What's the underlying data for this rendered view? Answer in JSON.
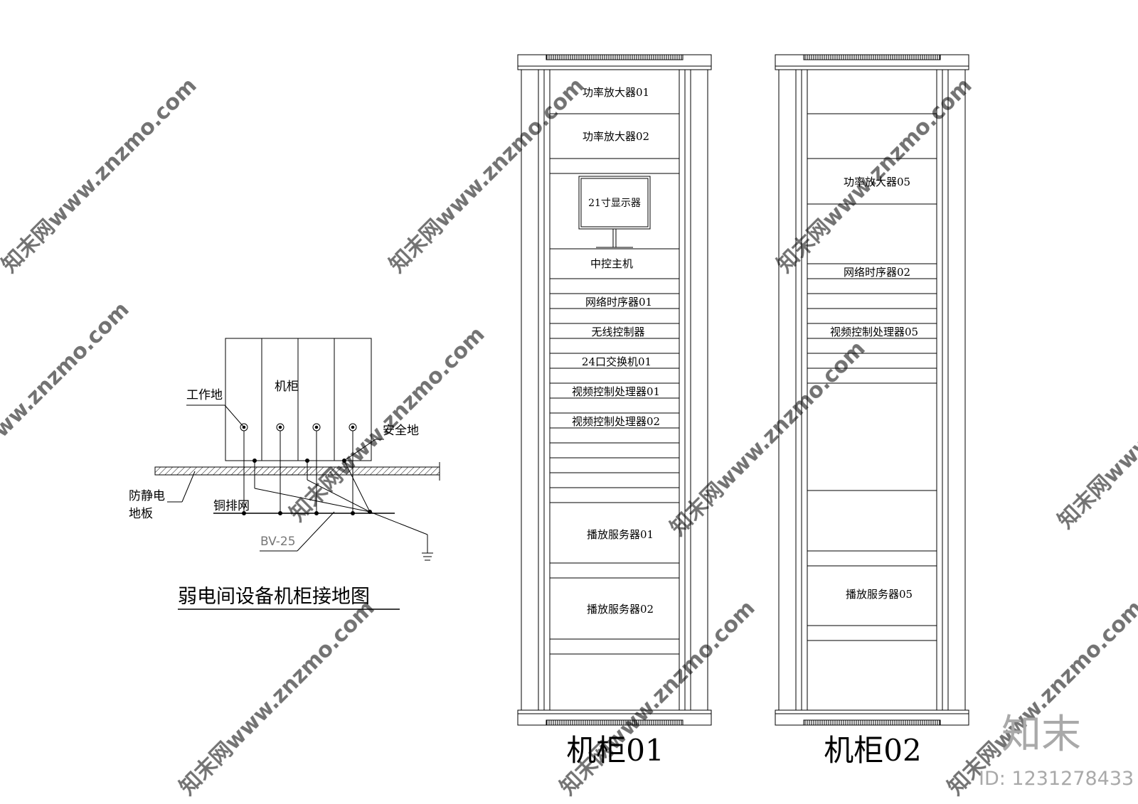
{
  "grounding_diagram": {
    "title": "弱电间设备机柜接地图",
    "cabinet_label": "机柜",
    "work_ground": "工作地",
    "safety_ground": "安全地",
    "antistatic_floor_line1": "防静电",
    "antistatic_floor_line2": "地板",
    "copper_bar": "铜排网",
    "wire_spec": "BV-25"
  },
  "cabinet01": {
    "title": "机柜01",
    "monitor": "21寸显示器",
    "equipment": [
      "功率放大器01",
      "功率放大器02",
      "中控主机",
      "网络时序器01",
      "无线控制器",
      "24口交换机01",
      "视频控制处理器01",
      "视频控制处理器02",
      "播放服务器01",
      "播放服务器02"
    ]
  },
  "cabinet02": {
    "title": "机柜02",
    "equipment": [
      "功率放大器05",
      "网络时序器02",
      "视频控制处理器05",
      "播放服务器05"
    ]
  },
  "watermark": {
    "text": "知末网www.znzmo.com",
    "brand": "知末",
    "id": "ID: 1231278433"
  }
}
